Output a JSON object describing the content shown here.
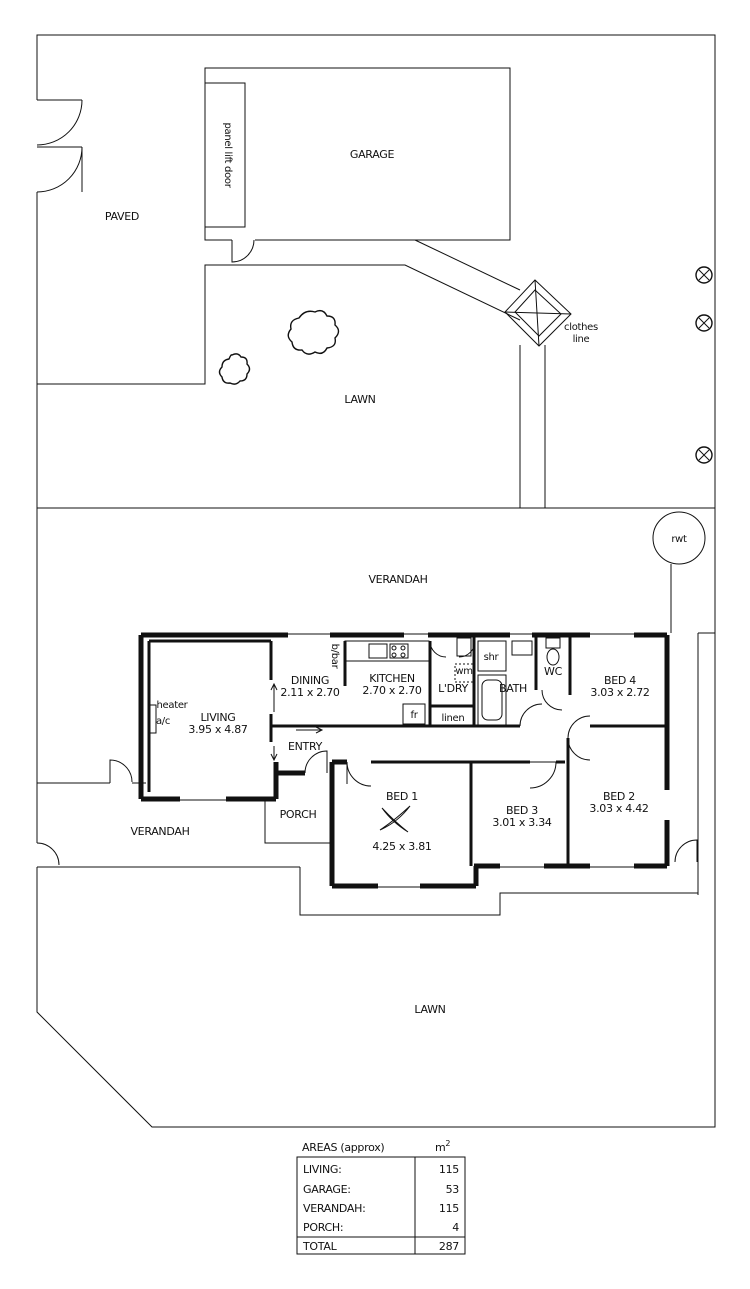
{
  "site": {
    "paved": "PAVED",
    "garage": "GARAGE",
    "garage_door": "panel lift door",
    "lawn_top": "LAWN",
    "clothes_line": [
      "clothes",
      "line"
    ],
    "rwt": "rwt",
    "verandah_rear": "VERANDAH",
    "verandah_front": "VERANDAH",
    "lawn_bottom": "LAWN",
    "porch": "PORCH",
    "entry": "ENTRY"
  },
  "rooms": {
    "living": {
      "name": "LIVING",
      "dims": "3.95 x 4.87"
    },
    "heater": "heater",
    "ac": "a/c",
    "dining": {
      "name": "DINING",
      "dims": "2.11 x 2.70"
    },
    "bbar": "b/bar",
    "kitchen": {
      "name": "KITCHEN",
      "dims": "2.70 x 2.70"
    },
    "fr": "fr",
    "laundry": "L'DRY",
    "wm": "wm",
    "linen": "linen",
    "shr": "shr",
    "bath": "BATH",
    "wc": "WC",
    "bed4": {
      "name": "BED 4",
      "dims": "3.03 x 2.72"
    },
    "bed1": {
      "name": "BED 1",
      "dims": "4.25 x 3.81"
    },
    "bed3": {
      "name": "BED 3",
      "dims": "3.01 x 3.34"
    },
    "bed2": {
      "name": "BED 2",
      "dims": "3.03 x 4.42"
    }
  },
  "areas": {
    "title": "AREAS (approx)",
    "unit": "m",
    "unit_sup": "2",
    "rows": [
      {
        "label": "LIVING:",
        "value": "115"
      },
      {
        "label": "GARAGE:",
        "value": "53"
      },
      {
        "label": "VERANDAH:",
        "value": "115"
      },
      {
        "label": "PORCH:",
        "value": "4"
      }
    ],
    "total": {
      "label": "TOTAL",
      "value": "287"
    }
  }
}
